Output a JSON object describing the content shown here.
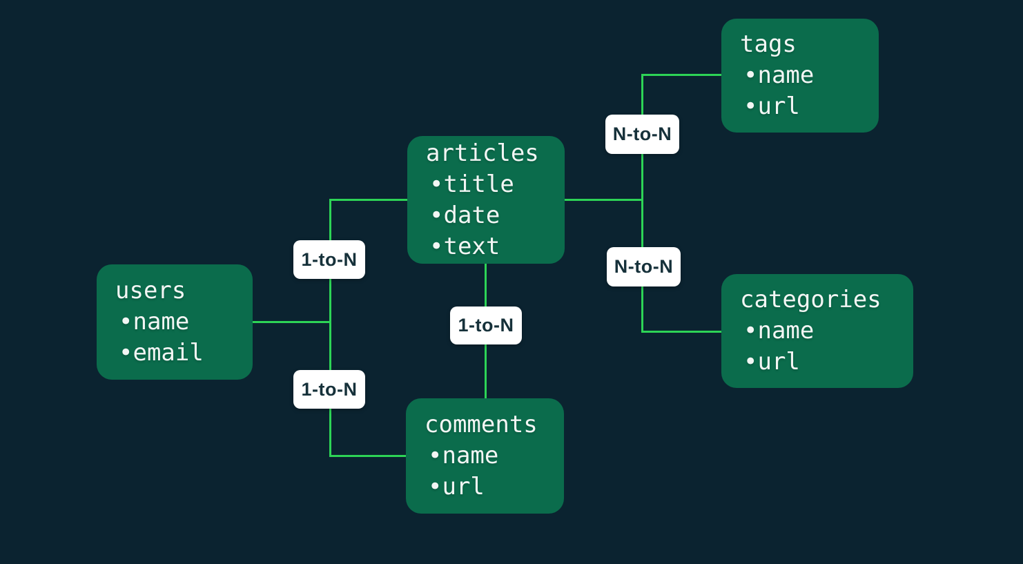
{
  "diagram": {
    "entities": [
      {
        "id": "users",
        "title": "users",
        "attributes": [
          "•name",
          "•email"
        ]
      },
      {
        "id": "articles",
        "title": "articles",
        "attributes": [
          "•title",
          "•date",
          "•text"
        ]
      },
      {
        "id": "comments",
        "title": "comments",
        "attributes": [
          "•name",
          "•url"
        ]
      },
      {
        "id": "tags",
        "title": "tags",
        "attributes": [
          "•name",
          "•url"
        ]
      },
      {
        "id": "categories",
        "title": "categories",
        "attributes": [
          "•name",
          "•url"
        ]
      }
    ],
    "relationships": [
      {
        "label": "1-to-N",
        "from": "users",
        "to": "articles"
      },
      {
        "label": "1-to-N",
        "from": "users",
        "to": "comments"
      },
      {
        "label": "1-to-N",
        "from": "articles",
        "to": "comments"
      },
      {
        "label": "N-to-N",
        "from": "articles",
        "to": "tags"
      },
      {
        "label": "N-to-N",
        "from": "articles",
        "to": "categories"
      }
    ],
    "colors": {
      "background": "#0b2330",
      "entity_fill": "#0b6c4c",
      "entity_text": "#f2f6f4",
      "connector": "#2dd456",
      "label_fill": "#ffffff",
      "label_text": "#16313a"
    }
  }
}
